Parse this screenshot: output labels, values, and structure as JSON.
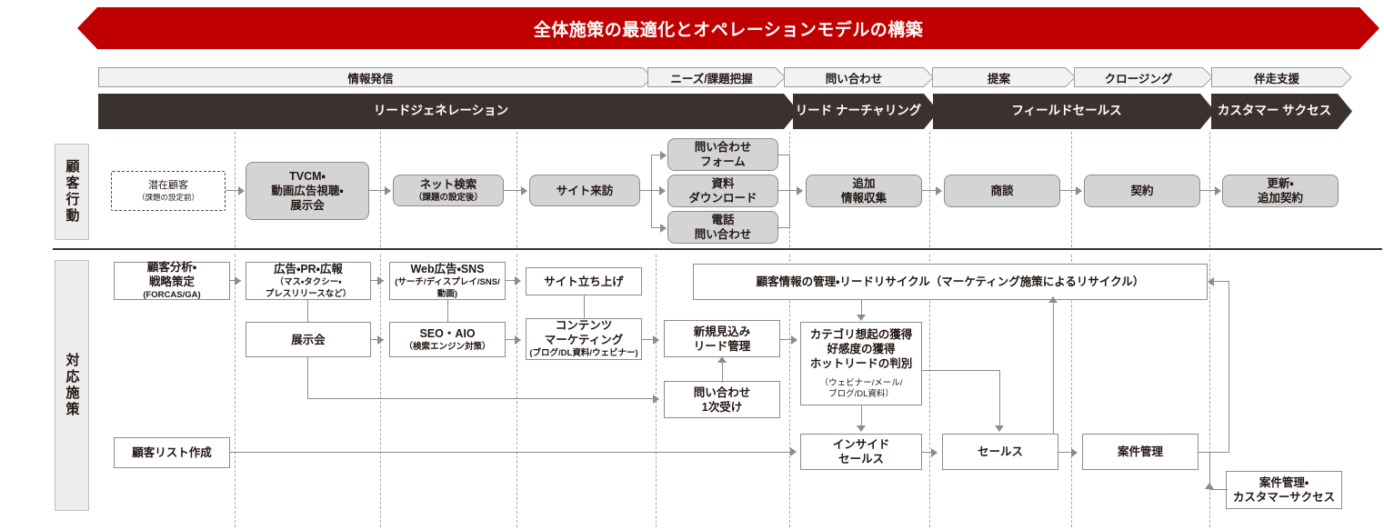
{
  "title": "全体施策の最適化とオペレーションモデルの構築",
  "stages_light": [
    {
      "label": "情報発信"
    },
    {
      "label": "ニーズ/課題把握"
    },
    {
      "label": "問い合わせ"
    },
    {
      "label": "提案"
    },
    {
      "label": "クロージング"
    },
    {
      "label": "伴走支援"
    }
  ],
  "stages_dark": [
    {
      "label": "リードジェネレーション"
    },
    {
      "label": "リード\nナーチャリング"
    },
    {
      "label": "フィールドセールス"
    },
    {
      "label": "カスタマー\nサクセス"
    }
  ],
  "rows": {
    "behavior_label": "顧客行動",
    "measures_label": "対応施策"
  },
  "behavior_nodes": [
    {
      "main": "潜在顧客",
      "sub": "（課題の設定前）"
    },
    {
      "main": "TVCM・\n動画広告視聴・\n展示会",
      "sub": ""
    },
    {
      "main": "ネット検索",
      "sub": "（課題の設定後）"
    },
    {
      "main": "サイト来訪",
      "sub": ""
    },
    {
      "main": "問い合わせ\nフォーム",
      "sub": ""
    },
    {
      "main": "資料\nダウンロード",
      "sub": ""
    },
    {
      "main": "電話\n問い合わせ",
      "sub": ""
    },
    {
      "main": "追加\n情報収集",
      "sub": ""
    },
    {
      "main": "商談",
      "sub": ""
    },
    {
      "main": "契約",
      "sub": ""
    },
    {
      "main": "更新・\n追加契約",
      "sub": ""
    }
  ],
  "measure_nodes": [
    {
      "main": "顧客分析・\n戦略策定",
      "sub": "(FORCAS/GA)"
    },
    {
      "main": "広告・PR・広報",
      "sub": "（マス・タクシー・\nプレスリリースなど）"
    },
    {
      "main": "Web広告・SNS",
      "sub": "(サーチ/ディスプレイ/SNS/\n動画)"
    },
    {
      "main": "サイト立ち上げ",
      "sub": ""
    },
    {
      "main": "展示会",
      "sub": ""
    },
    {
      "main": "SEO・AIO",
      "sub": "（検索エンジン対策）"
    },
    {
      "main": "コンテンツ\nマーケティング",
      "sub": "(ブログ/DL資料/ウェビナー)"
    },
    {
      "main": "顧客情報の管理・リードリサイクル（マーケティング施策によるリサイクル）",
      "sub": ""
    },
    {
      "main": "新規見込み\nリード管理",
      "sub": ""
    },
    {
      "main": "カテゴリ想起の獲得\n好感度の獲得\nホットリードの判別",
      "sub": "（ウェビナー/メール/\nブログ/DL資料）"
    },
    {
      "main": "問い合わせ\n1次受け",
      "sub": ""
    },
    {
      "main": "顧客リスト作成",
      "sub": ""
    },
    {
      "main": "インサイド\nセールス",
      "sub": ""
    },
    {
      "main": "セールス",
      "sub": ""
    },
    {
      "main": "案件管理",
      "sub": ""
    },
    {
      "main": "案件管理・\nカスタマーサクセス",
      "sub": ""
    }
  ],
  "colors": {
    "banner": "#C00000",
    "stage_dark": "#3B3230",
    "stage_light": "#F2F2F2",
    "behavior_fill": "#D4D4D4",
    "line": "#8C8C8C"
  }
}
